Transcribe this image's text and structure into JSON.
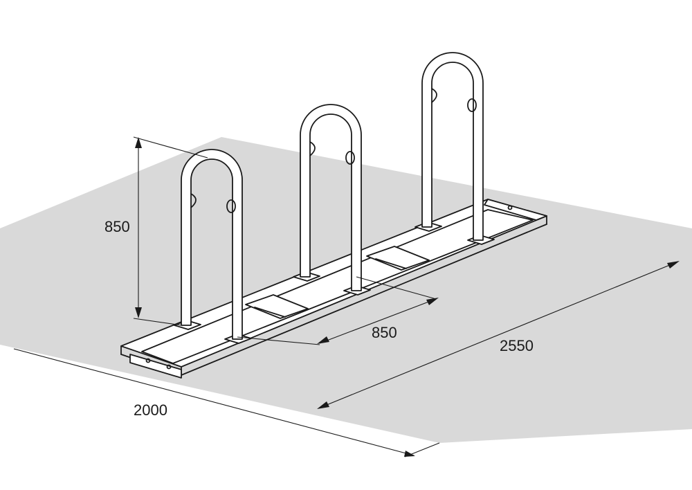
{
  "figure": {
    "dimensions": {
      "height": "850",
      "spacing": "850",
      "length": "2550",
      "width": "2000"
    },
    "colors": {
      "floor": "#d9d9d9",
      "line": "#1a1a1a",
      "rack": "#ffffff"
    }
  }
}
